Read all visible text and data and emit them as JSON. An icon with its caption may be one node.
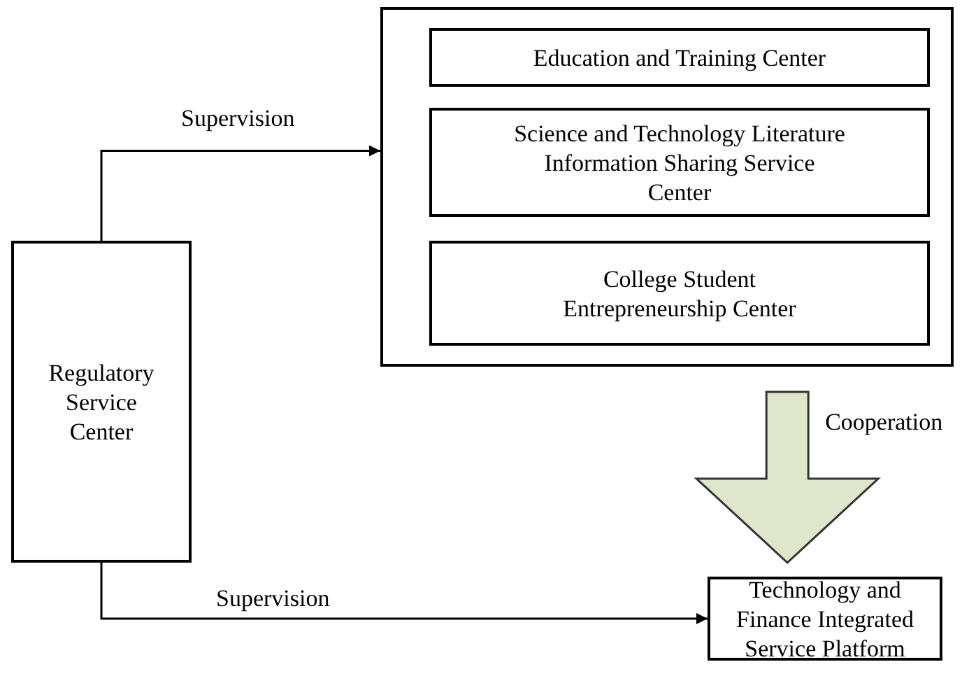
{
  "diagram": {
    "nodes": [
      {
        "text": [],
        "shape": "box"
      },
      {
        "text": [
          "Education and Training Center"
        ],
        "in": 0
      },
      {
        "text": [
          "Science and Technology Literature Information Sharing Service Center"
        ],
        "in": 0
      },
      {
        "text": [
          "College Student Entrepreneurship Center"
        ],
        "in": 0
      },
      {
        "text": [
          "Regulatory Service Center"
        ]
      },
      {
        "text": [
          "Technology and Finance Integrated Service Platform"
        ]
      }
    ],
    "edges": [
      {
        "from": 4,
        "to": 0,
        "arrow": "to",
        "label": "Supervision"
      },
      {
        "from": 4,
        "to": 5,
        "arrow": "to",
        "label": "Supervision"
      },
      {
        "from": 0,
        "to": 5,
        "arrow": "to",
        "label": "Cooperation",
        "style": "thick",
        "color": "#dfe6cc"
      }
    ]
  }
}
